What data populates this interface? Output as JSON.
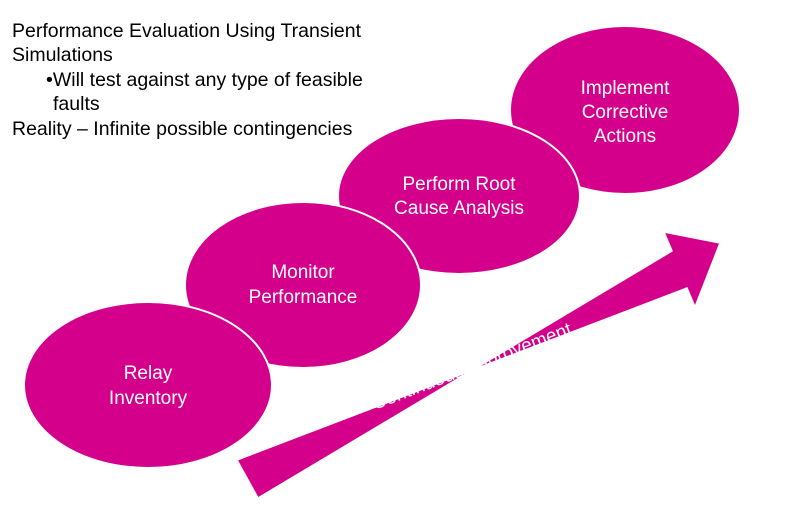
{
  "colors": {
    "accent": "#d4008c",
    "outline": "#ffffff",
    "text": "#000000"
  },
  "notes": {
    "line1": "Performance Evaluation Using Transient",
    "line2": "Simulations",
    "bullet_line1": "•Will test against any type of feasible",
    "bullet_line2": "faults",
    "line3": "Reality – Infinite possible contingencies"
  },
  "steps": [
    {
      "lines": [
        "Relay",
        "Inventory"
      ]
    },
    {
      "lines": [
        "Monitor",
        "Performance"
      ]
    },
    {
      "lines": [
        "Perform Root",
        "Cause Analysis"
      ]
    },
    {
      "lines": [
        "Implement",
        "Corrective",
        "Actions"
      ]
    }
  ],
  "arrow": {
    "label": "Continuous Improvement"
  }
}
